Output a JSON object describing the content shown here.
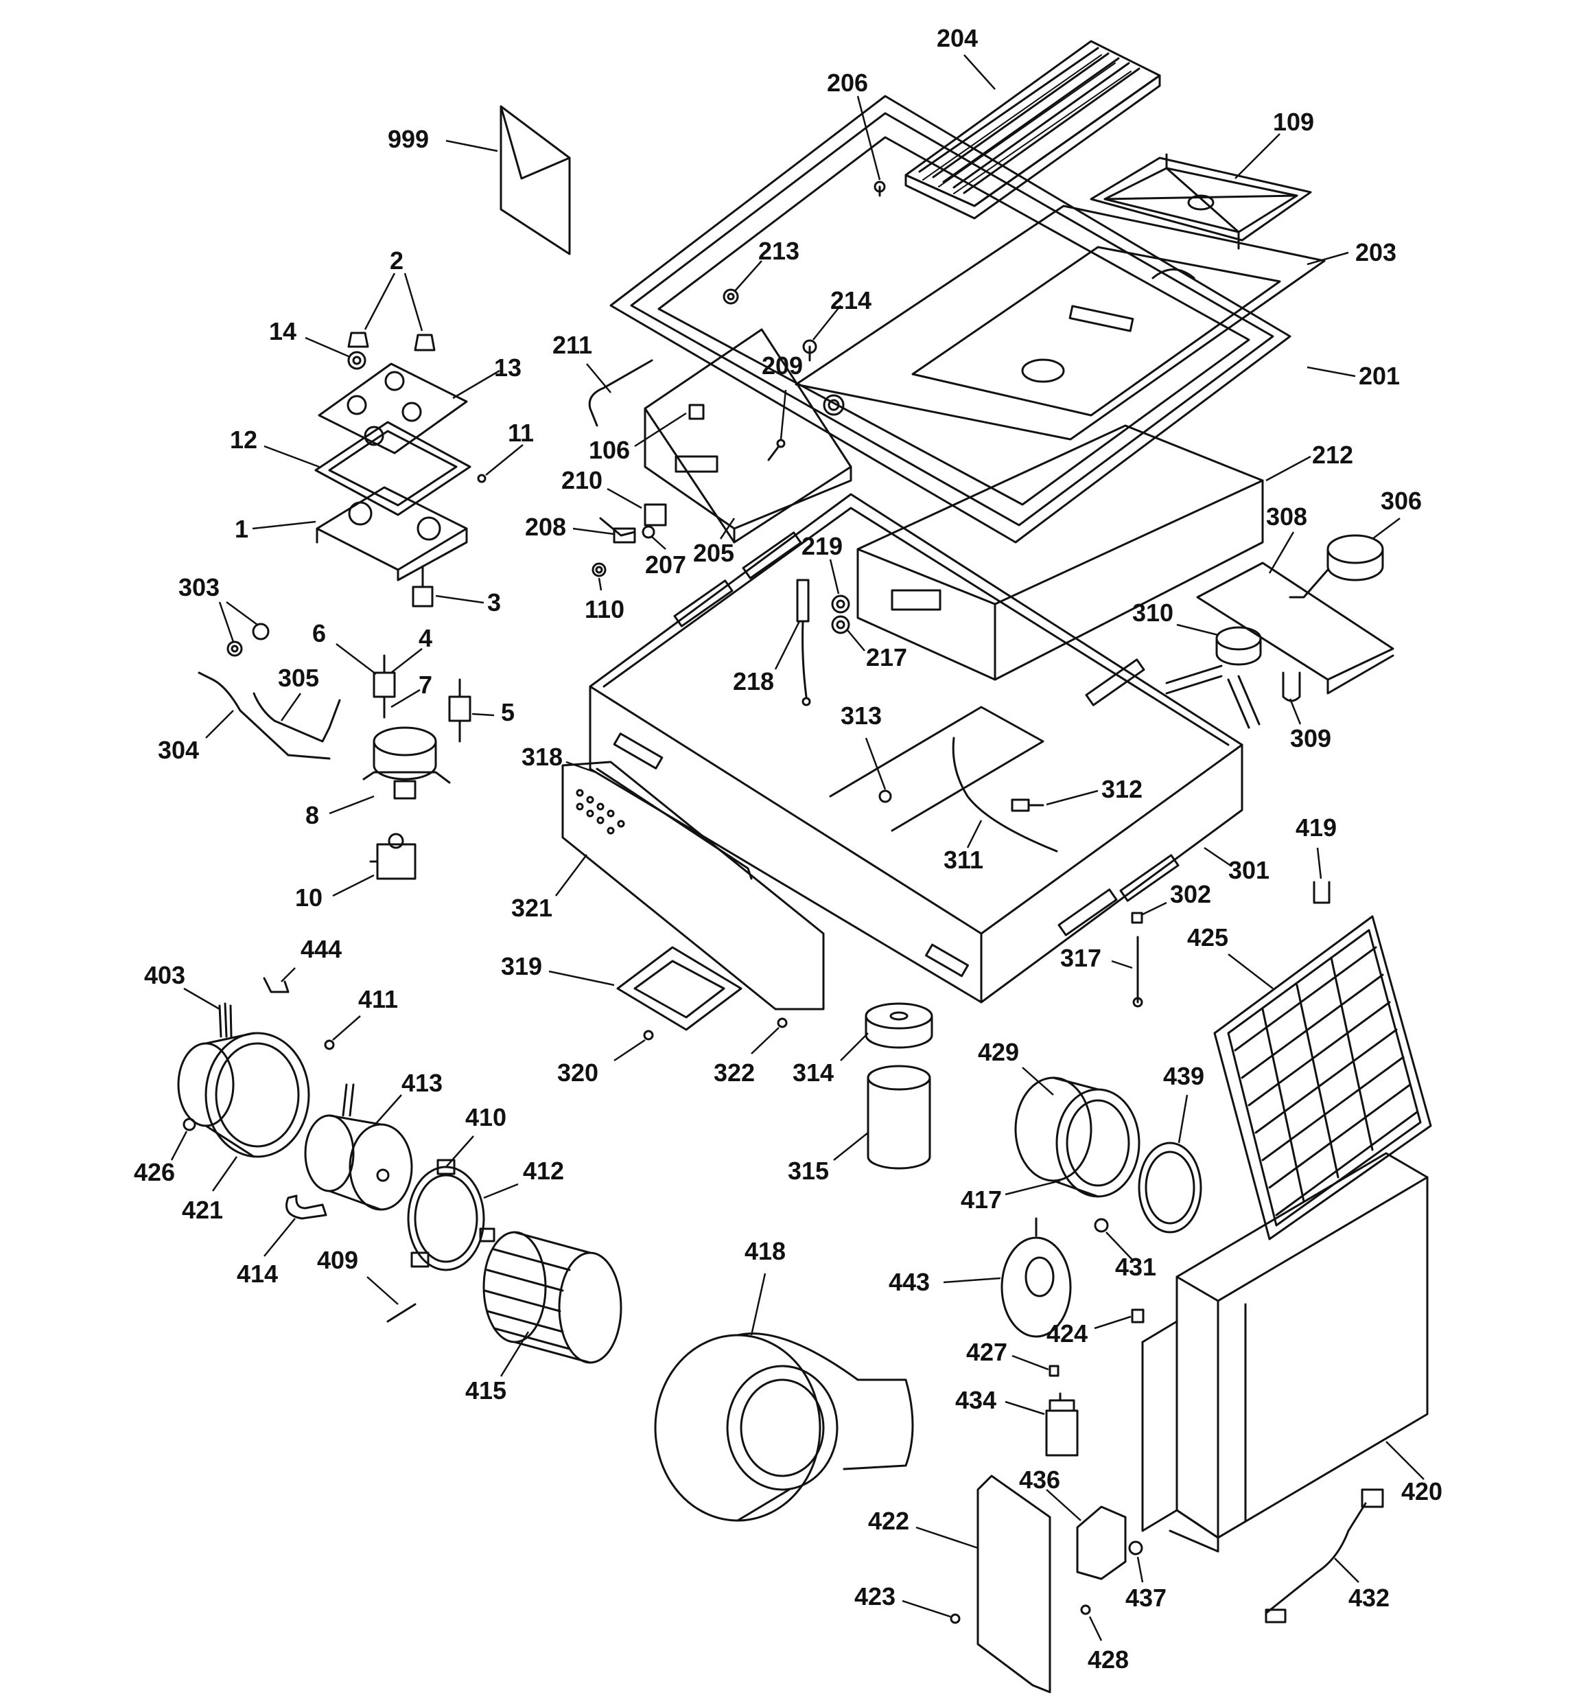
{
  "callouts": [
    {
      "id": "c999",
      "label": "999"
    },
    {
      "id": "c204",
      "label": "204"
    },
    {
      "id": "c206",
      "label": "206"
    },
    {
      "id": "c109",
      "label": "109"
    },
    {
      "id": "c213",
      "label": "213"
    },
    {
      "id": "c203",
      "label": "203"
    },
    {
      "id": "c214",
      "label": "214"
    },
    {
      "id": "c2",
      "label": "2"
    },
    {
      "id": "c14",
      "label": "14"
    },
    {
      "id": "c211",
      "label": "211"
    },
    {
      "id": "c209",
      "label": "209"
    },
    {
      "id": "c13",
      "label": "13"
    },
    {
      "id": "c201",
      "label": "201"
    },
    {
      "id": "c12",
      "label": "12"
    },
    {
      "id": "c11",
      "label": "11"
    },
    {
      "id": "c106",
      "label": "106"
    },
    {
      "id": "c212",
      "label": "212"
    },
    {
      "id": "c1",
      "label": "1"
    },
    {
      "id": "c210",
      "label": "210"
    },
    {
      "id": "c308",
      "label": "308"
    },
    {
      "id": "c306",
      "label": "306"
    },
    {
      "id": "c208",
      "label": "208"
    },
    {
      "id": "c219",
      "label": "219"
    },
    {
      "id": "c207",
      "label": "207"
    },
    {
      "id": "c205",
      "label": "205"
    },
    {
      "id": "c303",
      "label": "303"
    },
    {
      "id": "c3",
      "label": "3"
    },
    {
      "id": "c110",
      "label": "110"
    },
    {
      "id": "c310",
      "label": "310"
    },
    {
      "id": "c6",
      "label": "6"
    },
    {
      "id": "c4",
      "label": "4"
    },
    {
      "id": "c217",
      "label": "217"
    },
    {
      "id": "c218",
      "label": "218"
    },
    {
      "id": "c305",
      "label": "305"
    },
    {
      "id": "c7",
      "label": "7"
    },
    {
      "id": "c313",
      "label": "313"
    },
    {
      "id": "c5",
      "label": "5"
    },
    {
      "id": "c309",
      "label": "309"
    },
    {
      "id": "c304",
      "label": "304"
    },
    {
      "id": "c318",
      "label": "318"
    },
    {
      "id": "c312",
      "label": "312"
    },
    {
      "id": "c8",
      "label": "8"
    },
    {
      "id": "c419",
      "label": "419"
    },
    {
      "id": "c311",
      "label": "311"
    },
    {
      "id": "c301",
      "label": "301"
    },
    {
      "id": "c10",
      "label": "10"
    },
    {
      "id": "c302",
      "label": "302"
    },
    {
      "id": "c321",
      "label": "321"
    },
    {
      "id": "c425",
      "label": "425"
    },
    {
      "id": "c444",
      "label": "444"
    },
    {
      "id": "c317",
      "label": "317"
    },
    {
      "id": "c403",
      "label": "403"
    },
    {
      "id": "c319",
      "label": "319"
    },
    {
      "id": "c411",
      "label": "411"
    },
    {
      "id": "c429",
      "label": "429"
    },
    {
      "id": "c439",
      "label": "439"
    },
    {
      "id": "c320",
      "label": "320"
    },
    {
      "id": "c322",
      "label": "322"
    },
    {
      "id": "c314",
      "label": "314"
    },
    {
      "id": "c413",
      "label": "413"
    },
    {
      "id": "c410",
      "label": "410"
    },
    {
      "id": "c426",
      "label": "426"
    },
    {
      "id": "c412",
      "label": "412"
    },
    {
      "id": "c315",
      "label": "315"
    },
    {
      "id": "c421",
      "label": "421"
    },
    {
      "id": "c417",
      "label": "417"
    },
    {
      "id": "c431",
      "label": "431"
    },
    {
      "id": "c414",
      "label": "414"
    },
    {
      "id": "c409",
      "label": "409"
    },
    {
      "id": "c418",
      "label": "418"
    },
    {
      "id": "c443",
      "label": "443"
    },
    {
      "id": "c424",
      "label": "424"
    },
    {
      "id": "c415",
      "label": "415"
    },
    {
      "id": "c427",
      "label": "427"
    },
    {
      "id": "c434",
      "label": "434"
    },
    {
      "id": "c420",
      "label": "420"
    },
    {
      "id": "c436",
      "label": "436"
    },
    {
      "id": "c422",
      "label": "422"
    },
    {
      "id": "c423",
      "label": "423"
    },
    {
      "id": "c437",
      "label": "437"
    },
    {
      "id": "c432",
      "label": "432"
    },
    {
      "id": "c428",
      "label": "428"
    }
  ]
}
